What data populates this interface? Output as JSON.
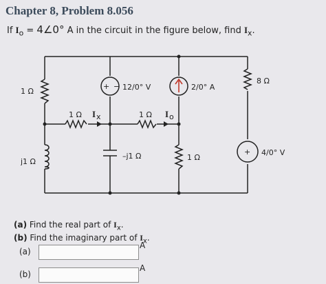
{
  "header": {
    "title": "Chapter 8, Problem 8.056"
  },
  "problem": {
    "prefix": "If ",
    "io_symbol": "I",
    "io_sub": "o",
    "equals": " = ",
    "value": "4∠0°",
    "middle": " A in the circuit in the figure below, find ",
    "ix_symbol": "I",
    "ix_sub": "x",
    "suffix": "."
  },
  "circuit": {
    "left_top_resistor": "1 Ω",
    "left_inductor": "j1 Ω",
    "mid_resistor_1": "1 Ω",
    "ix_label": "I",
    "ix_sub": "x",
    "mid_resistor_2": "1 Ω",
    "io_label": "I",
    "io_sub": "o",
    "capacitor": "–j1 Ω",
    "voltage_source_1": "12/0° V",
    "current_source": "2/0° A",
    "right_resistor_bottom": "1 Ω",
    "far_right_resistor": "8 Ω",
    "voltage_source_2": "4/0° V",
    "plus_sign": "+",
    "minus_sign": "−"
  },
  "questions": {
    "a_label": "(a)",
    "a_text": " Find the real part of ",
    "a_sym": "I",
    "a_sub": "x",
    "a_end": ".",
    "b_label": "(b)",
    "b_text": " Find the imaginary part of ",
    "b_sym": "I",
    "b_sub": "x",
    "b_end": "."
  },
  "answers": {
    "a": {
      "label": "(a)",
      "value": "",
      "unit": "A"
    },
    "b": {
      "label": "(b)",
      "value": "",
      "unit": "A"
    }
  }
}
